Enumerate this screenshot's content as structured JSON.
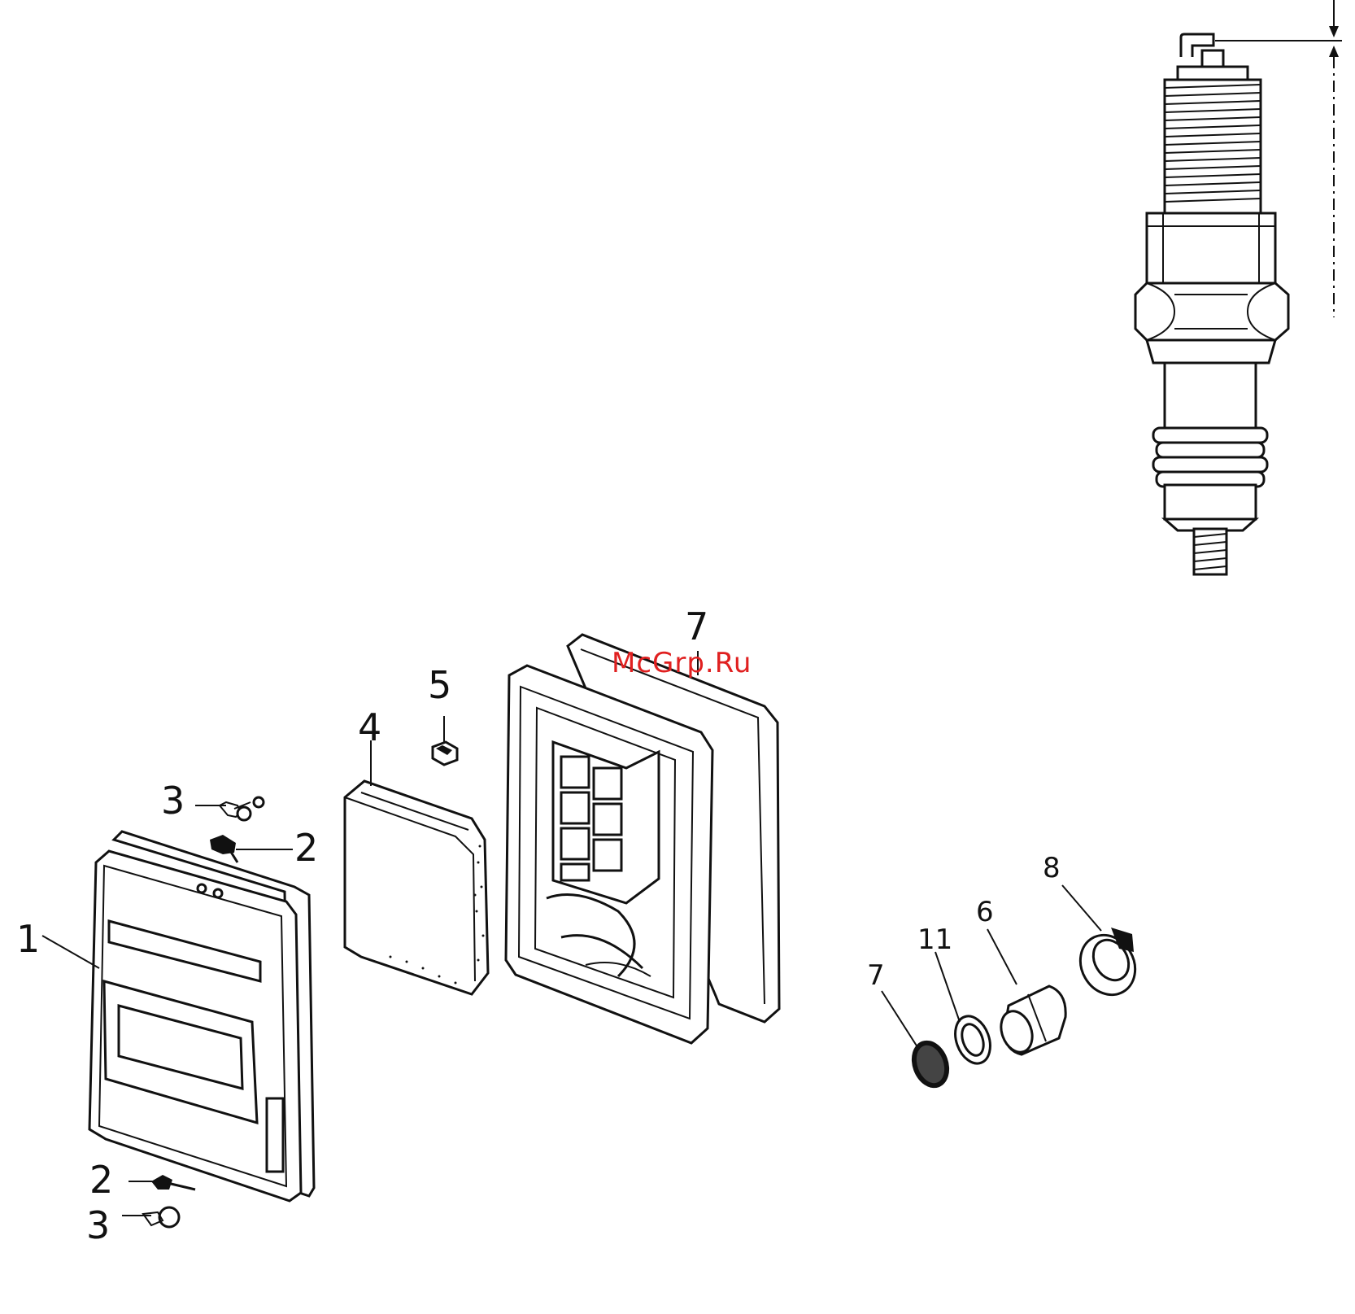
{
  "watermark": "McGrp.Ru",
  "callouts": {
    "c1": "1",
    "c2a": "2",
    "c2b": "2",
    "c3a": "3",
    "c3b": "3",
    "c4": "4",
    "c5": "5",
    "c7a": "7",
    "c7b": "7",
    "c11": "11",
    "c6": "6",
    "c8": "8"
  },
  "colors": {
    "watermark": "#e02020",
    "ink": "#111111"
  }
}
